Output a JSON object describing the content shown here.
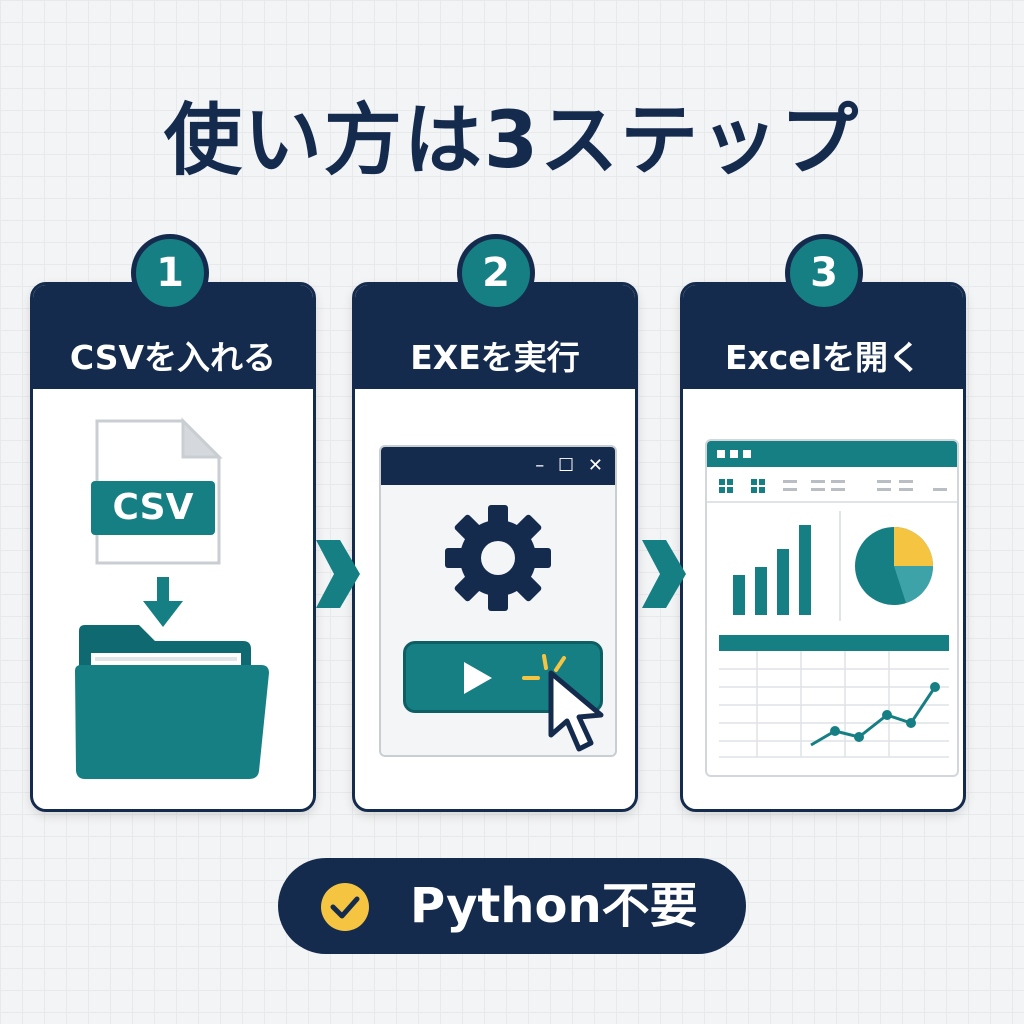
{
  "title": "使い方は3ステップ",
  "steps": [
    {
      "number": "1",
      "label": "CSVを入れる"
    },
    {
      "number": "2",
      "label": "EXEを実行"
    },
    {
      "number": "3",
      "label": "Excelを開く"
    }
  ],
  "csv_file": {
    "text": "CSV"
  },
  "window_controls": {
    "minimize": "–",
    "maximize": "☐",
    "close": "✕"
  },
  "footer": {
    "text": "Python不要"
  },
  "colors": {
    "navy": "#152b4e",
    "teal": "#157f84",
    "yellow": "#f5c542"
  },
  "icons": [
    "csv-file-icon",
    "down-arrow-icon",
    "folder-icon",
    "gear-icon",
    "play-icon",
    "cursor-icon",
    "bar-chart-icon",
    "pie-chart-icon",
    "line-chart-icon",
    "check-icon"
  ]
}
